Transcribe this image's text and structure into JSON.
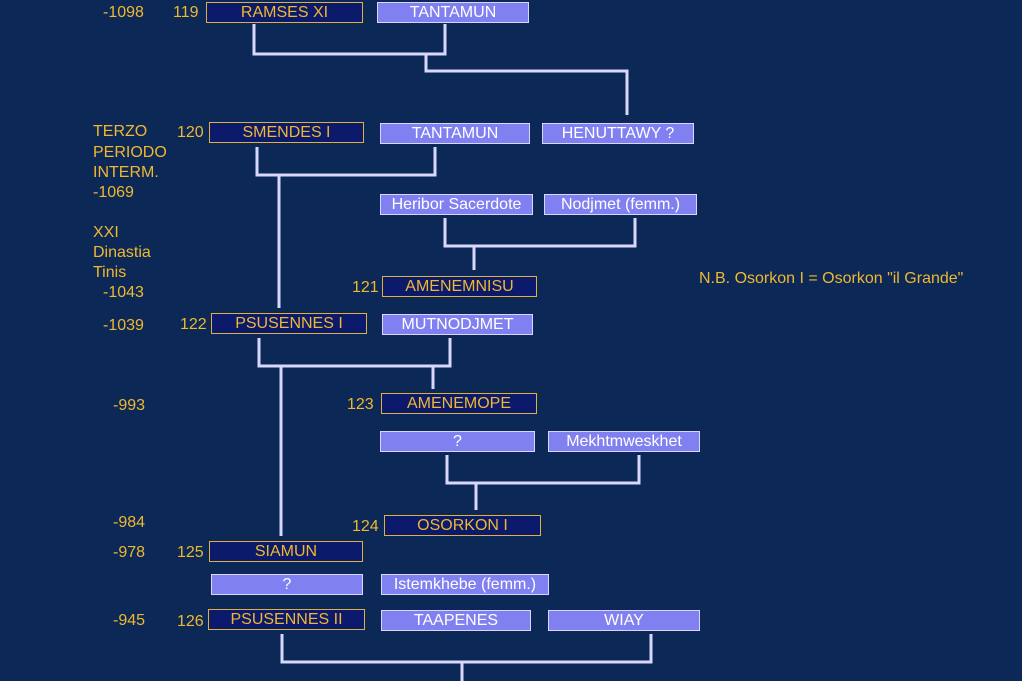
{
  "dates": {
    "d1098": "-1098",
    "d1069": "-1069",
    "d1043": "-1043",
    "d1039": "-1039",
    "d993": "-993",
    "d984": "-984",
    "d978": "-978",
    "d945": "-945"
  },
  "period": {
    "line1": "TERZO",
    "line2": "PERIODO",
    "line3": "INTERM."
  },
  "dynasty": {
    "line1": "XXI",
    "line2": "Dinastia",
    "line3": "Tinis"
  },
  "note": "N.B. Osorkon  I = Osorkon \"il Grande\"",
  "numbers": {
    "n119": "119",
    "n120": "120",
    "n121": "121",
    "n122": "122",
    "n123": "123",
    "n124": "124",
    "n125": "125",
    "n126": "126"
  },
  "rulers": {
    "ramses_xi": "RAMSES  XI",
    "smendes_i": "SMENDES  I",
    "amenemnisu": "AMENEMNISU",
    "psusennes_i": "PSUSENNES  I",
    "amenemope": "AMENEMOPE",
    "osorkon_i": "OSORKON  I",
    "siamun": "SIAMUN",
    "psusennes_ii": "PSUSENNES  II"
  },
  "others": {
    "tantamun_1": "TANTAMUN",
    "tantamun_2": "TANTAMUN",
    "henuttawy": "HENUTTAWY ?",
    "heribor": "Heribor Sacerdote",
    "nodjmet": "Nodjmet (femm.)",
    "mutnodjmet": "MUTNODJMET",
    "unknown_1": "?",
    "mekhtmweskhet": "Mekhtmweskhet",
    "unknown_2": "?",
    "istemkhebe": "Istemkhebe (femm.)",
    "taapenes": "TAAPENES",
    "wiay": "WIAY"
  },
  "colors": {
    "background": "#0c2856",
    "text_gold": "#f0b830",
    "ruler_box": "#0b1a6a",
    "spouse_box": "#8080f0",
    "connector": "#d8d8ff"
  }
}
